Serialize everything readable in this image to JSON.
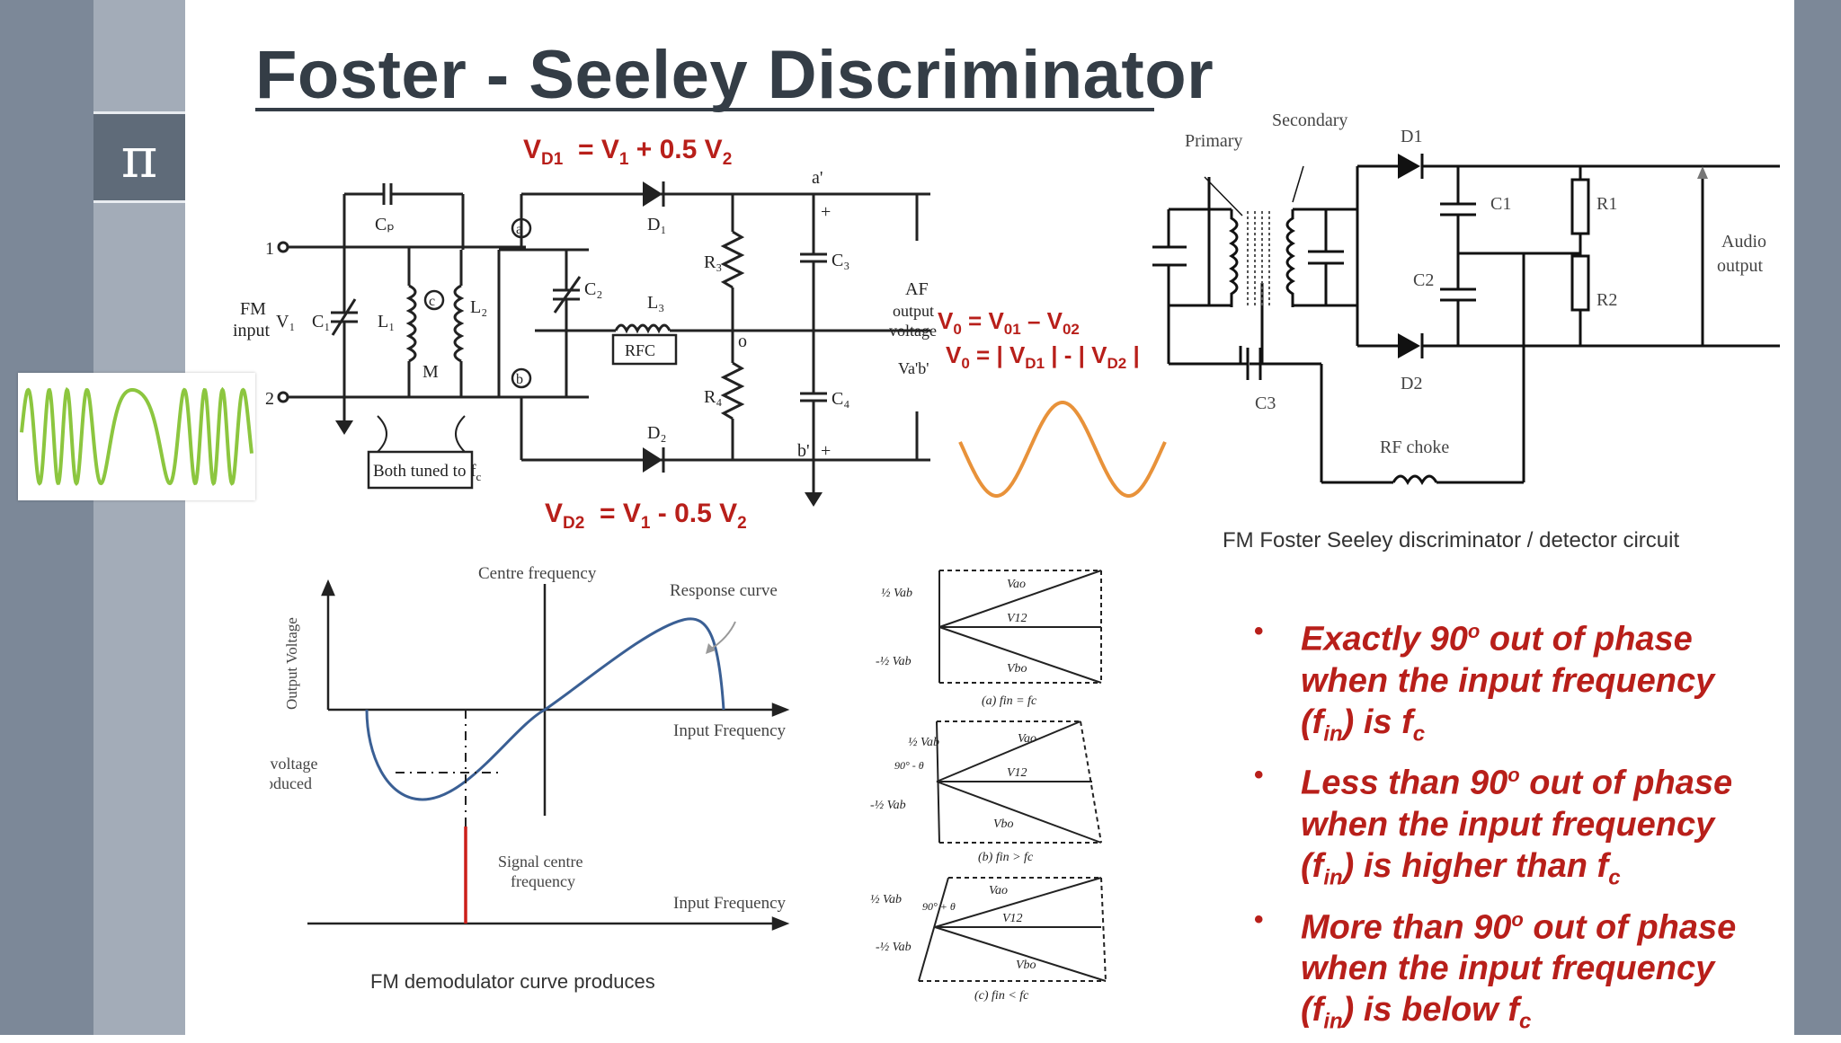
{
  "slide": {
    "title": "Foster - Seeley Discriminator",
    "logo_symbol": "π"
  },
  "equations": {
    "vd1": {
      "lhs_base": "V",
      "lhs_sub": "D1",
      "rhs": "= V",
      "rhs_sub1": "1",
      "rhs_mid": " + 0.5 V",
      "rhs_sub2": "2"
    },
    "vd2": {
      "lhs_base": "V",
      "lhs_sub": "D2",
      "rhs": "= V",
      "rhs_sub1": "1",
      "rhs_mid": " - 0.5 V",
      "rhs_sub2": "2"
    },
    "v0a": {
      "a": "V",
      "a_sub": "0",
      "b": " = V",
      "b_sub": "01",
      "c": " – V",
      "c_sub": "02"
    },
    "v0b": {
      "a": "V",
      "a_sub": "0",
      "b": " = | V",
      "b_sub": "D1",
      "c": " | - | V",
      "c_sub": "D2",
      "d": " |"
    }
  },
  "circuit_left": {
    "labels": {
      "fm": "FM",
      "input": "input",
      "v1": "V₁",
      "c1": "C₁",
      "l1": "L₁",
      "cp": "Cₚ",
      "c_node": "c",
      "l2": "L₂",
      "m": "M",
      "a_node": "a",
      "b_node": "b",
      "c2": "C₂",
      "l3": "L₃",
      "rfc": "RFC",
      "d1": "D₁",
      "d2": "D₂",
      "r3": "R₃",
      "r4": "R₄",
      "c3": "C₃",
      "c4": "C₄",
      "o": "o",
      "a_prime": "a'",
      "b_prime": "b'",
      "plus": "+",
      "af": "AF",
      "output": "output",
      "voltage": "voltage",
      "vab": "Va'b'",
      "both_tuned": "Both tuned to f",
      "both_tuned_sub": "c",
      "t1": "1",
      "t2": "2"
    }
  },
  "circuit_right": {
    "labels": {
      "primary": "Primary",
      "secondary": "Secondary",
      "d1": "D1",
      "d2": "D2",
      "c1": "C1",
      "c2": "C2",
      "c3": "C3",
      "r1": "R1",
      "r2": "R2",
      "rf_choke": "RF choke",
      "audio": "Audio",
      "output": "output"
    },
    "caption": "FM Foster Seeley discriminator / detector circuit"
  },
  "curve": {
    "centre_frequency": "Centre frequency",
    "response_curve": "Response curve",
    "output_voltage": "Output Voltage",
    "input_frequency_1": "Input Frequency",
    "input_frequency_2": "Input Frequency",
    "ve_voltage_1": "-ve voltage",
    "ve_voltage_2": "produced",
    "signal_centre_1": "Signal centre",
    "signal_centre_2": "frequency",
    "caption": "FM demodulator curve produces"
  },
  "phasors": {
    "a_caption": "(a) fin = fc",
    "b_caption": "(b) fin > fc",
    "c_caption": "(c) fin < fc",
    "vao": "Vao",
    "v12": "V12",
    "vbo": "Vbo",
    "half_vab": "½ Vab",
    "neg_half_vab": "-½ Vab",
    "ninety_minus": "90° - θ",
    "ninety_plus": "90° + θ"
  },
  "bullets": [
    {
      "pre": "Exactly 90",
      "sup": "o",
      "mid": " out of phase when the input frequency (f",
      "sub": "in",
      "post": ") is f",
      "sub2": "c"
    },
    {
      "pre": "Less than 90",
      "sup": "o",
      "mid": " out of phase when the input frequency (f",
      "sub": "in",
      "post": ") is higher than f",
      "sub2": "c"
    },
    {
      "pre": "More than 90",
      "sup": "o",
      "mid": " out of phase when the input frequency (f",
      "sub": "in",
      "post": ") is below f",
      "sub2": "c"
    }
  ],
  "colors": {
    "accent_red": "#b81f1a",
    "fm_wave": "#8cc63f",
    "af_wave": "#e8923a",
    "curve_blue": "#3a5f94",
    "stripe": "#7c8898"
  }
}
